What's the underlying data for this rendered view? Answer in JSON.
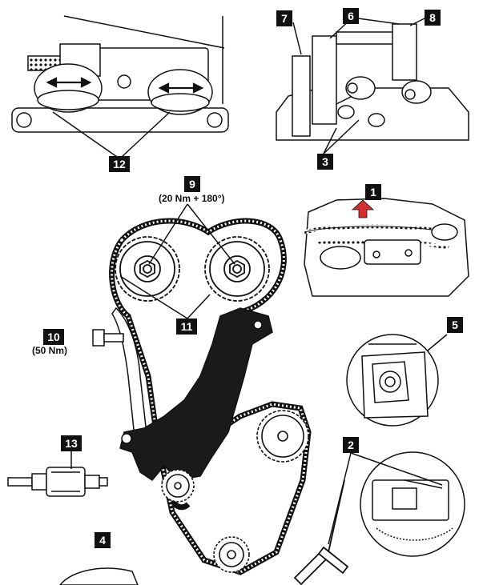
{
  "callouts": {
    "c1": "1",
    "c2": "2",
    "c3": "3",
    "c4": "4",
    "c5": "5",
    "c6": "6",
    "c7": "7",
    "c8": "8",
    "c9": "9",
    "c10": "10",
    "c11": "11",
    "c12": "12",
    "c13": "13"
  },
  "torques": {
    "camshaft_bolts": "(20 Nm + 180°)",
    "tensioner_bolt": "(50 Nm)"
  },
  "colors": {
    "ink": "#111111",
    "arrow_red": "#d32f2f",
    "background": "#ffffff"
  }
}
